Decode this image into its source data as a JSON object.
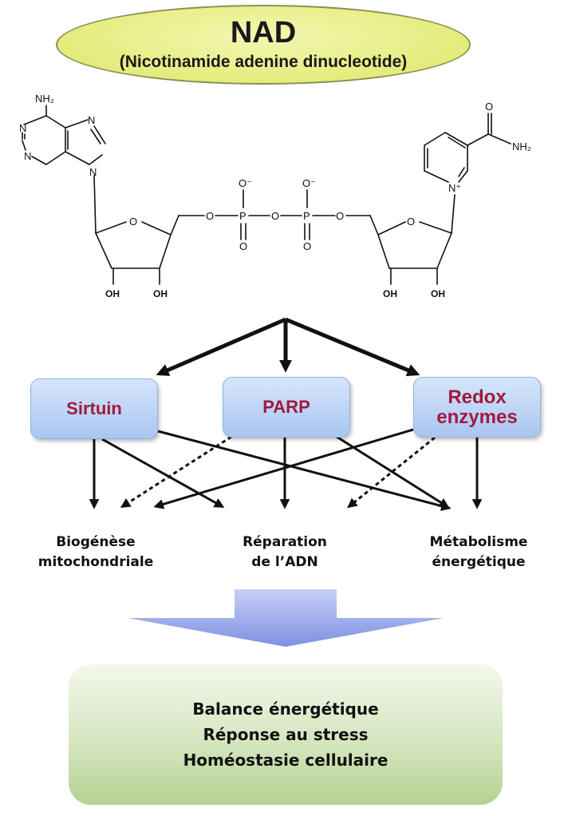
{
  "header": {
    "title": "NAD",
    "subtitle": "(Nicotinamide adenine dinucleotide)"
  },
  "structure": {
    "adenine_amine": "NH₂",
    "nicotinamide_amine": "NH₂",
    "pyridinium_n": "N⁺",
    "hydroxyl_1": "OH",
    "hydroxyl_2": "OH",
    "hydroxyl_3": "OH",
    "hydroxyl_4": "OH",
    "phosphate_oxygen_charge": "O⁻",
    "carbonyl_oxygen": "O",
    "nitrogen": "N",
    "oxygen": "O",
    "phosphorus": "P"
  },
  "enzymes": {
    "sirtuin": "Sirtuin",
    "parp": "PARP",
    "redox_line1": "Redox",
    "redox_line2": "enzymes"
  },
  "outcomes": {
    "biogenese_line1": "Biogénèse",
    "biogenese_line2": "mitochondriale",
    "reparation_line1": "Réparation",
    "reparation_line2": "de l’ADN",
    "metabolisme_line1": "Métabolisme",
    "metabolisme_line2": "énergétique"
  },
  "result": {
    "line1": "Balance énergétique",
    "line2": "Réponse au stress",
    "line3": "Homéostasie cellulaire"
  },
  "colors": {
    "title_ellipse": "#e4ec7c",
    "enzyme_box": "#a9c6f2",
    "enzyme_text": "#a11a3d",
    "big_arrow": "#8b9be6",
    "result_box": "#c7dca7"
  }
}
